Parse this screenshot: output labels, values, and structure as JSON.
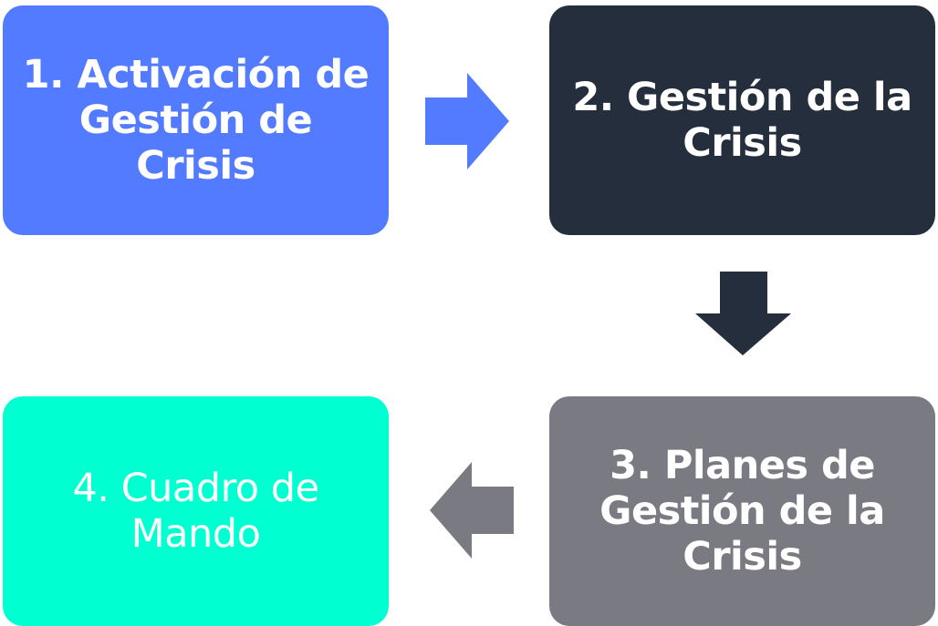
{
  "steps": [
    {
      "label": "1. Activación de Gestión de Crisis",
      "color": "#527bff"
    },
    {
      "label": "2. Gestión de la Crisis",
      "color": "#252e3d"
    },
    {
      "label": "3. Planes de Gestión de la Crisis",
      "color": "#7a7a83"
    },
    {
      "label": "4. Cuadro de Mando",
      "color": "#00ffd1"
    }
  ],
  "arrows": {
    "right": {
      "icon": "arrow-right-icon",
      "color": "#527bff"
    },
    "down": {
      "icon": "arrow-down-icon",
      "color": "#252e3d"
    },
    "left": {
      "icon": "arrow-left-icon",
      "color": "#7a7a83"
    }
  }
}
